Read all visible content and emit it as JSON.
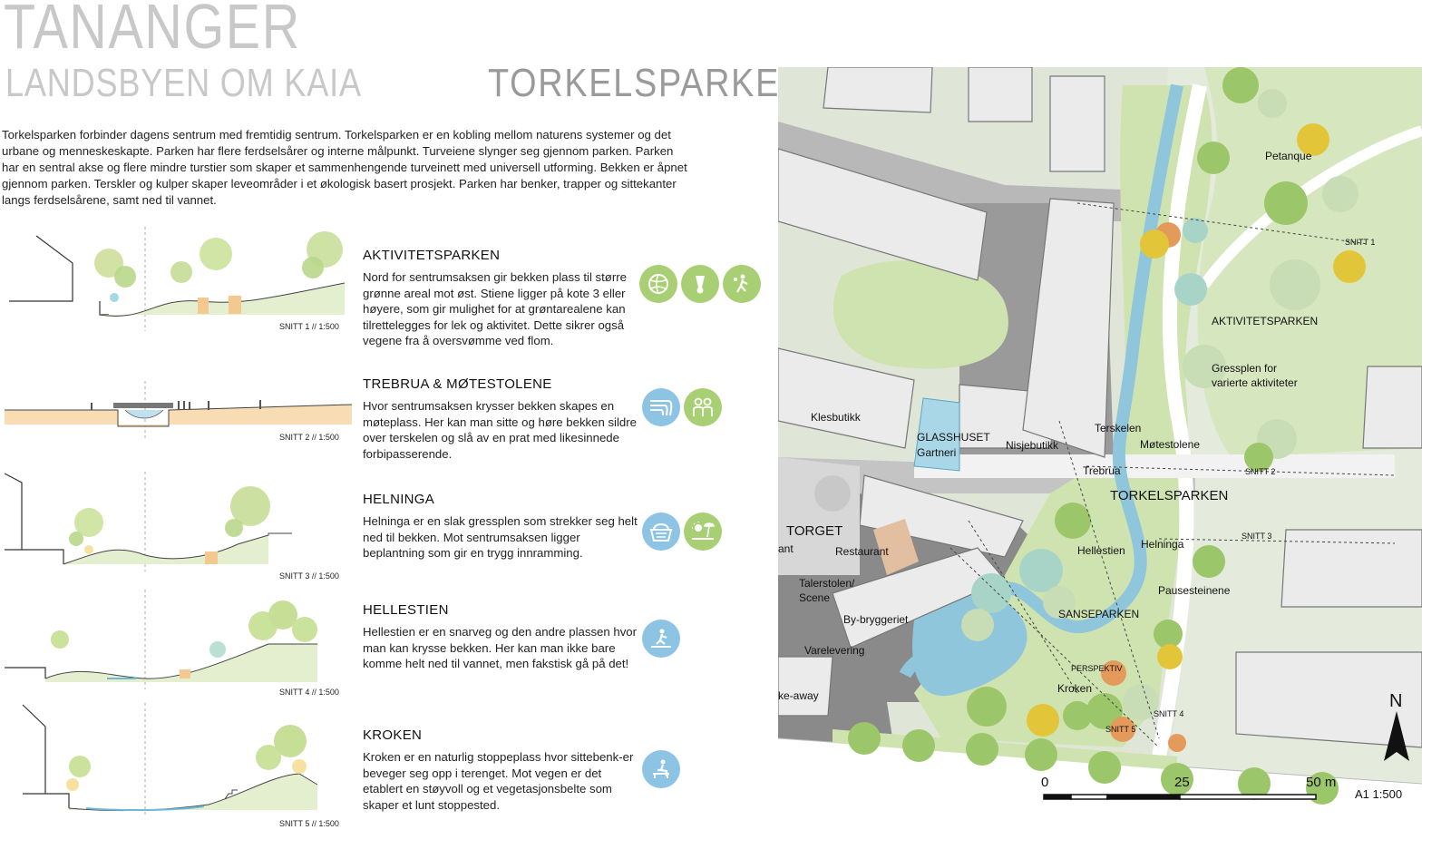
{
  "header": {
    "title": "TANANGER",
    "subtitle": "LANDSBYEN OM KAIA",
    "park_title": "TORKELSPARKEN"
  },
  "intro": "Torkelsparken forbinder dagens sentrum med fremtidig sentrum. Torkelsparken er en kobling mellom naturens systemer og det urbane og menneskeskapte. Parken har flere ferdselsårer og interne målpunkt. Turveiene slynger seg gjennom parken. Parken har en sentral akse og flere mindre turstier som skaper et sammenhengende turveinett med universell utforming. Bekken er åpnet gjennom parken. Terskler og kulper skaper leveområder i et økologisk basert prosjekt. Parken har benker, trapper og sittekanter langs ferdselsårene, samt ned til vannet.",
  "sections": [
    {
      "title": "AKTIVITETSPARKEN",
      "text": "Nord for sentrumsaksen gir bekken plass til større grønne areal mot øst. Stiene ligger på kote 3 eller høyere, som gir mulighet for at grøntarealene kan tilrettelegges for lek og aktivitet. Dette sikrer også vegene fra å oversvømme ved flom.",
      "snitt": "SNITT 1 // 1:500",
      "icons": [
        "volleyball-icon",
        "badminton-icon",
        "petanque-icon"
      ]
    },
    {
      "title": "TREBRUA & MØTESTOLENE",
      "text": "Hvor sentrumsaksen krysser bekken skapes en møteplass. Her kan man sitte og høre bekken sildre over terskelen og slå av en prat med likesinnede forbipasserende.",
      "snitt": "SNITT 2 // 1:500",
      "icons": [
        "waterfall-icon",
        "meeting-people-icon"
      ]
    },
    {
      "title": "HELNINGA",
      "text": "Helninga er en slak gressplen som strekker seg helt ned til bekken. Mot sentrumsaksen ligger beplantning som gir en trygg innramming.",
      "snitt": "SNITT 3 // 1:500",
      "icons": [
        "picnic-basket-icon",
        "sunbathing-icon"
      ]
    },
    {
      "title": "HELLESTIEN",
      "text": "Hellestien er en snarveg og den andre plassen hvor man kan krysse bekken. Her kan man ikke bare komme helt ned til vannet, men fakstisk gå på det!",
      "snitt": "SNITT 4 // 1:500",
      "icons": [
        "stepping-stones-icon"
      ]
    },
    {
      "title": "KROKEN",
      "text": "Kroken er en naturlig stoppeplass hvor sittebenk-er beveger seg opp i terenget. Mot vegen er det etablert en støyvoll og et vegetasjonsbelte som skaper et lunt stoppested.",
      "snitt": "SNITT 5 // 1:500",
      "icons": [
        "bench-sitting-icon"
      ]
    }
  ],
  "map": {
    "labels": {
      "petanque": "Petanque",
      "snitt1": "SNITT 1",
      "aktivitetsparken": "AKTIVITETSPARKEN",
      "gressplen1": "Gressplen for",
      "gressplen2": "varierte aktiviteter",
      "klesbutikk": "Klesbutikk",
      "glasshuset1": "GLASSHUSET",
      "glasshuset2": "Gartneri",
      "nisjebutikk": "Nisjebutikk",
      "terskelen": "Terskelen",
      "motestolene": "Møtestolene",
      "trebrua": "Trebrua",
      "snitt2": "SNITT 2",
      "torkelsparken": "TORKELSPARKEN",
      "torget": "TORGET",
      "restaurant": "Restaurant",
      "ant": "ant",
      "hellestien": "Hellestien",
      "helninga": "Helninga",
      "snitt3": "SNITT 3",
      "talerstolen": "Talerstolen/",
      "scene": "Scene",
      "pausesteinene": "Pausesteinene",
      "bybrygget": "By-bryggeriet",
      "sanseparken": "SANSEPARKEN",
      "varelevering": "Varelevering",
      "perspektiv": "PERSPEKTIV",
      "takeaway": "ke-away",
      "kroken": "Kroken",
      "snitt4": "SNITT 4",
      "snitt5": "SNITT 5",
      "north": "N"
    },
    "scale": {
      "s0": "0",
      "s25": "25",
      "s50": "50 m",
      "ratio": "A1 1:500"
    }
  },
  "colors": {
    "grass": "#cfe3b0",
    "water": "#8fc6dc",
    "building": "#ebebeb",
    "road": "#8a8a8a",
    "tree_green": "#9cc66a",
    "tree_yellow": "#e3c53a",
    "tree_orange": "#e49a5a"
  }
}
